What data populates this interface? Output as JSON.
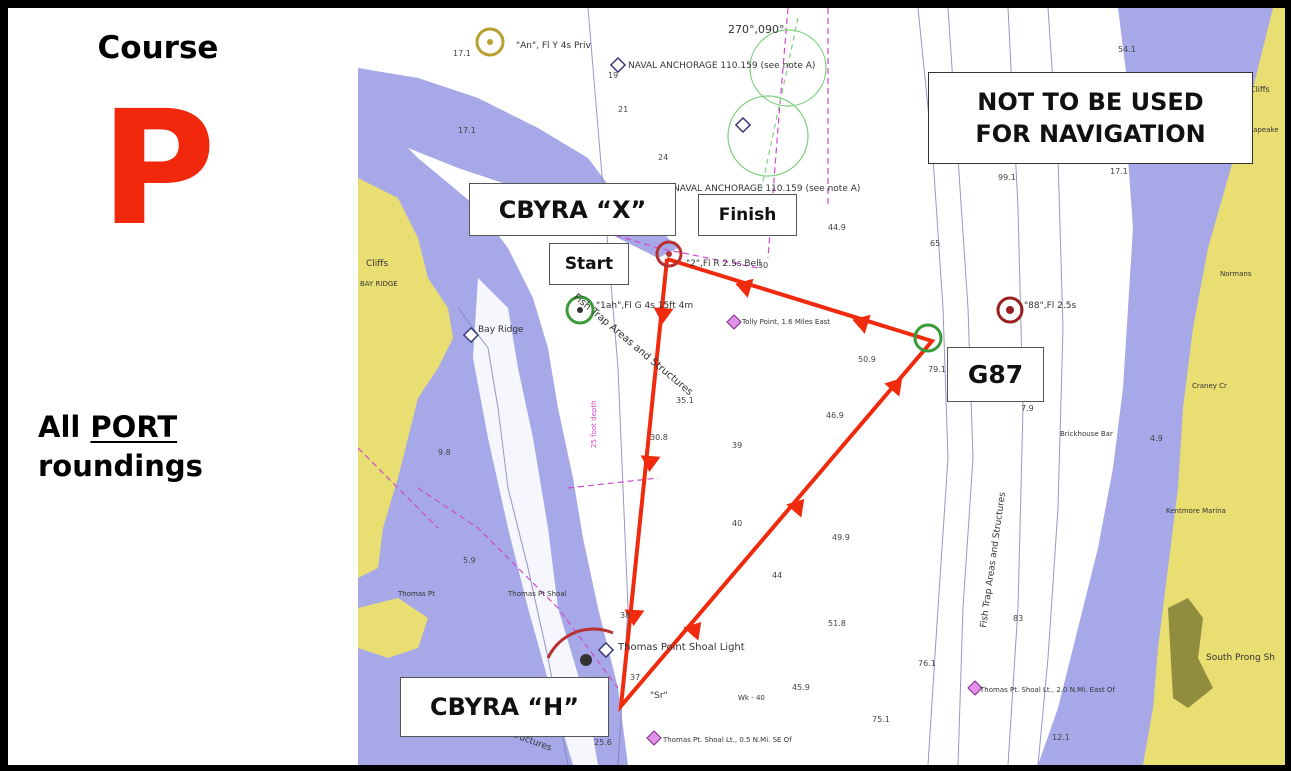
{
  "course": {
    "title": "Course",
    "letter": "P"
  },
  "rounding": {
    "prefix": "All ",
    "direction": "PORT",
    "suffix": "roundings"
  },
  "labels": {
    "warning_line1": "NOT TO BE USED",
    "warning_line2": "FOR NAVIGATION",
    "mark_x": "CBYRA “X”",
    "finish": "Finish",
    "start": "Start",
    "g87": "G87",
    "mark_h": "CBYRA “H”"
  },
  "chart_text": {
    "naval_anch_1": "NAVAL ANCHORAGE 110.159 (see note A)",
    "naval_anch_2": "NAVAL ANCHORAGE 110.159 (see note A)",
    "bearing": "270°,090°",
    "an_light": "\"An\", Fl Y 4s Priv",
    "bell": "\"2\",Fl R 2.5s Bell",
    "tolly_point": "Tolly Point, 1.6 Miles East",
    "bay_ridge": "Bay Ridge",
    "bay_ridge_upper": "BAY RIDGE",
    "cliffs": "Cliffs",
    "cliffs_right": "Cliffs",
    "thomas_shoal_light": "Thomas Point Shoal Light",
    "thomas_pt": "Thomas Pt",
    "thomas_pt_shoal": "Thomas Pt Shoal",
    "thomas_shoal_lt_se": "Thomas Pt. Shoal Lt., 0.5 N.Mi. SE Of",
    "thomas_shoal_lt_e": "Thomas Pt. Shoal Lt., 2.0 N.Mi. East Of",
    "fish_trap_left": "Fish Trap Areas and Structures",
    "fish_trap_right": "Fish Trap Areas and Structures",
    "and_structures": "and Structures",
    "brickhouse": "Brickhouse Bar",
    "kentmore": "Kentmore Marina",
    "craney": "Craney Cr",
    "normans": "Normans",
    "matapeake": "Matapeake",
    "south_prong": "South Prong Sh",
    "g88": "\"88\",Fl 2.5s",
    "lah": "\"1ah\",Fl G 4s 15ft 4m",
    "sr": "\"Sr\"",
    "depth_25": "25 foot depth",
    "wk40": "Wk - 40",
    "depths": [
      "17.1",
      "17.1",
      "19",
      "21",
      "24",
      "44.9",
      "65",
      "99.1",
      "17.1",
      "54.1",
      "30",
      "50.9",
      "79.1",
      "35.1",
      "46.9",
      "30.8",
      "39",
      "40",
      "49.9",
      "44",
      "51.8",
      "45.9",
      "75.1",
      "76.1",
      "25.6",
      "37",
      "38",
      "83",
      "4.9",
      "12.1",
      "9.8",
      "5.9",
      "7.9"
    ]
  },
  "colors": {
    "land": "#e8de72",
    "shallow": "#a6a8e8",
    "water": "#ffffff",
    "course_line": "#f02a0c",
    "course_letter": "#f2280c"
  }
}
